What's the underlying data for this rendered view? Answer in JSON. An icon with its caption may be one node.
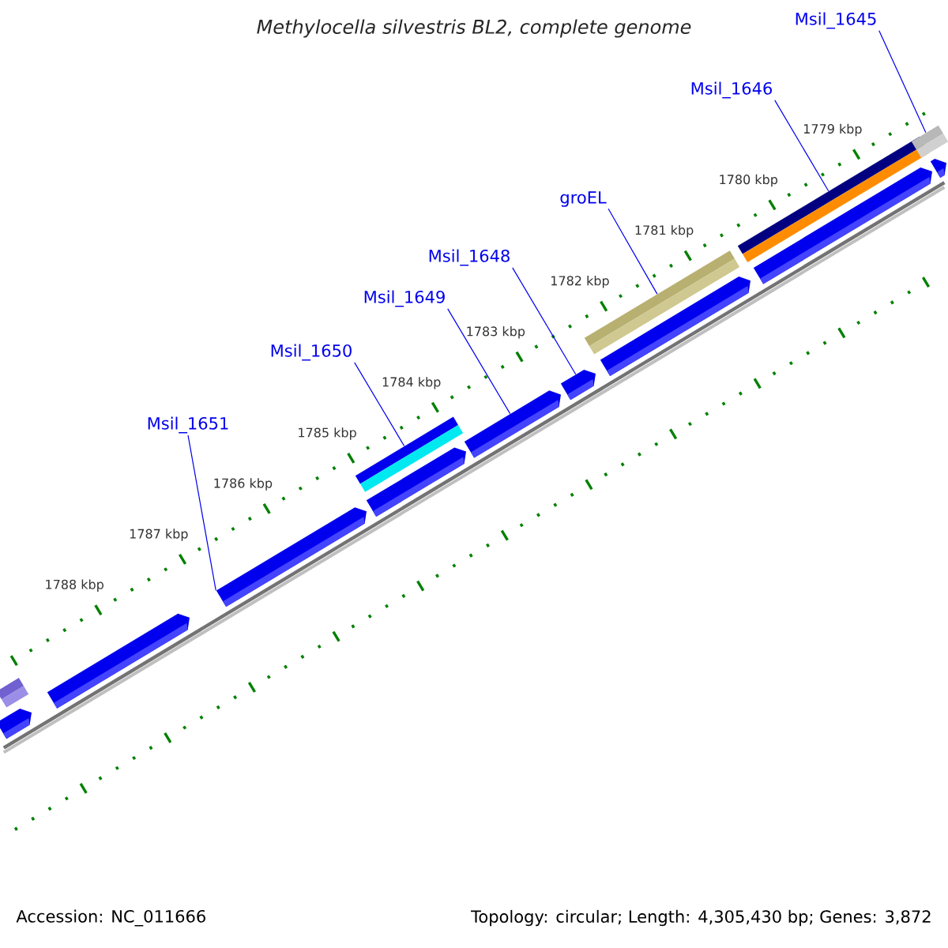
{
  "diagram": {
    "title": "Methylocella silvestris BL2, complete genome",
    "nodes": [
      {
        "text": [
          "Msil_1645"
        ]
      },
      {
        "text": [
          "Msil_1646"
        ]
      },
      {
        "text": [
          "groEL"
        ]
      },
      {
        "text": [
          "Msil_1648"
        ]
      },
      {
        "text": [
          "Msil_1649"
        ]
      },
      {
        "text": [
          "Msil_1650"
        ]
      },
      {
        "text": [
          "Msil_1651"
        ]
      },
      {
        "text": [],
        "shape": "bar"
      },
      {
        "text": [],
        "shape": "bar"
      },
      {
        "text": [],
        "shape": "bar"
      },
      {
        "text": [],
        "shape": "bar"
      },
      {
        "text": [],
        "shape": "bar"
      },
      {
        "text": [],
        "shape": "arrow"
      },
      {
        "text": [],
        "shape": "arrow"
      },
      {
        "text": [],
        "shape": "arrow"
      },
      {
        "text": [],
        "shape": "arrow"
      },
      {
        "text": [],
        "shape": "arrow"
      },
      {
        "text": [],
        "shape": "arrow"
      },
      {
        "text": [],
        "shape": "arrow"
      },
      {
        "text": [],
        "shape": "arrow"
      },
      {
        "text": [],
        "shape": "arrow"
      }
    ],
    "edges": [
      {
        "from": 0,
        "to": 11,
        "arrow": "none"
      },
      {
        "from": 1,
        "to": 10,
        "arrow": "none"
      },
      {
        "from": 2,
        "to": 9,
        "arrow": "none"
      },
      {
        "from": 3,
        "to": 17,
        "arrow": "none"
      },
      {
        "from": 4,
        "to": 16,
        "arrow": "none"
      },
      {
        "from": 5,
        "to": 8,
        "arrow": "none"
      },
      {
        "from": 6,
        "to": 14,
        "arrow": "none"
      }
    ],
    "labels": [
      "1779 kbp",
      "1780 kbp",
      "1781 kbp",
      "1782 kbp",
      "1783 kbp",
      "1784 kbp",
      "1785 kbp",
      "1786 kbp",
      "1787 kbp",
      "1788 kbp",
      "Accession: NC_011666",
      "Topology: circular; Length: 4,305,430 bp; Genes: 3,872"
    ]
  }
}
